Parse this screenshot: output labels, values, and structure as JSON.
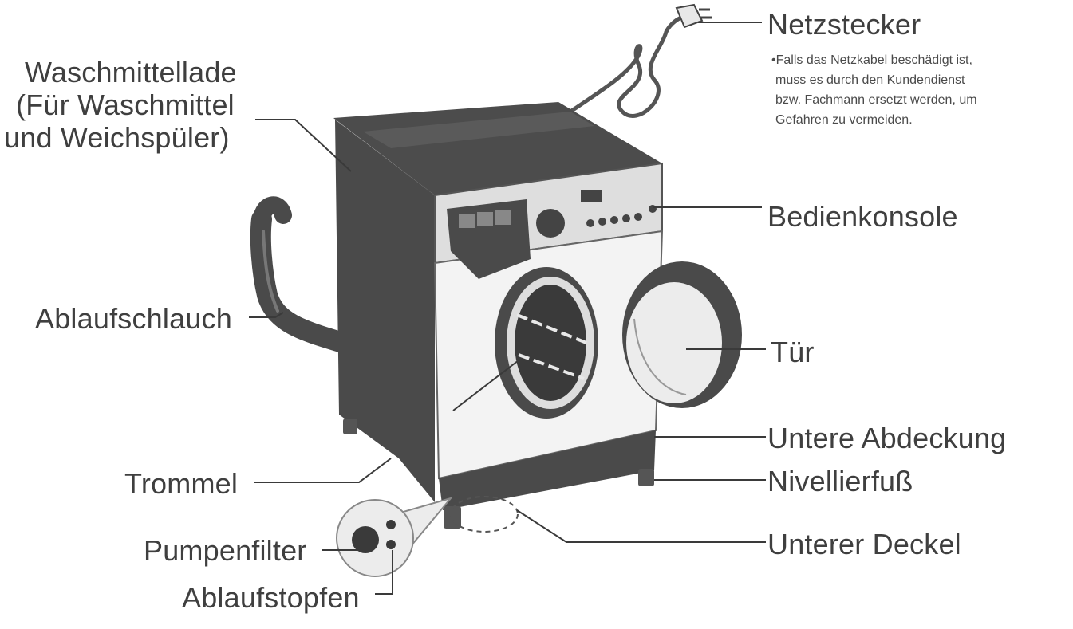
{
  "labels": {
    "waschmittellade": [
      "Waschmittellade",
      "(Für Waschmittel",
      "und Weichspüler)"
    ],
    "netzstecker": "Netzstecker",
    "netzstecker_note": [
      "•Falls das Netzkabel beschädigt ist,",
      "muss es durch den Kundendienst",
      "bzw. Fachmann ersetzt werden, um",
      "Gefahren zu vermeiden."
    ],
    "bedienkonsole": "Bedienkonsole",
    "ablaufschlauch": "Ablaufschlauch",
    "tuer": "Tür",
    "untere_abdeckung": "Untere Abdeckung",
    "nivellierfuss": "Nivellierfuß",
    "trommel": "Trommel",
    "unterer_deckel": "Unterer Deckel",
    "pumpenfilter": "Pumpenfilter",
    "ablaufstopfen": "Ablaufstopfen"
  },
  "colors": {
    "body_dark": "#4a4a4a",
    "front_light": "#f2f2f2",
    "line": "#3a3a3a",
    "label": "#3f3f3f"
  }
}
